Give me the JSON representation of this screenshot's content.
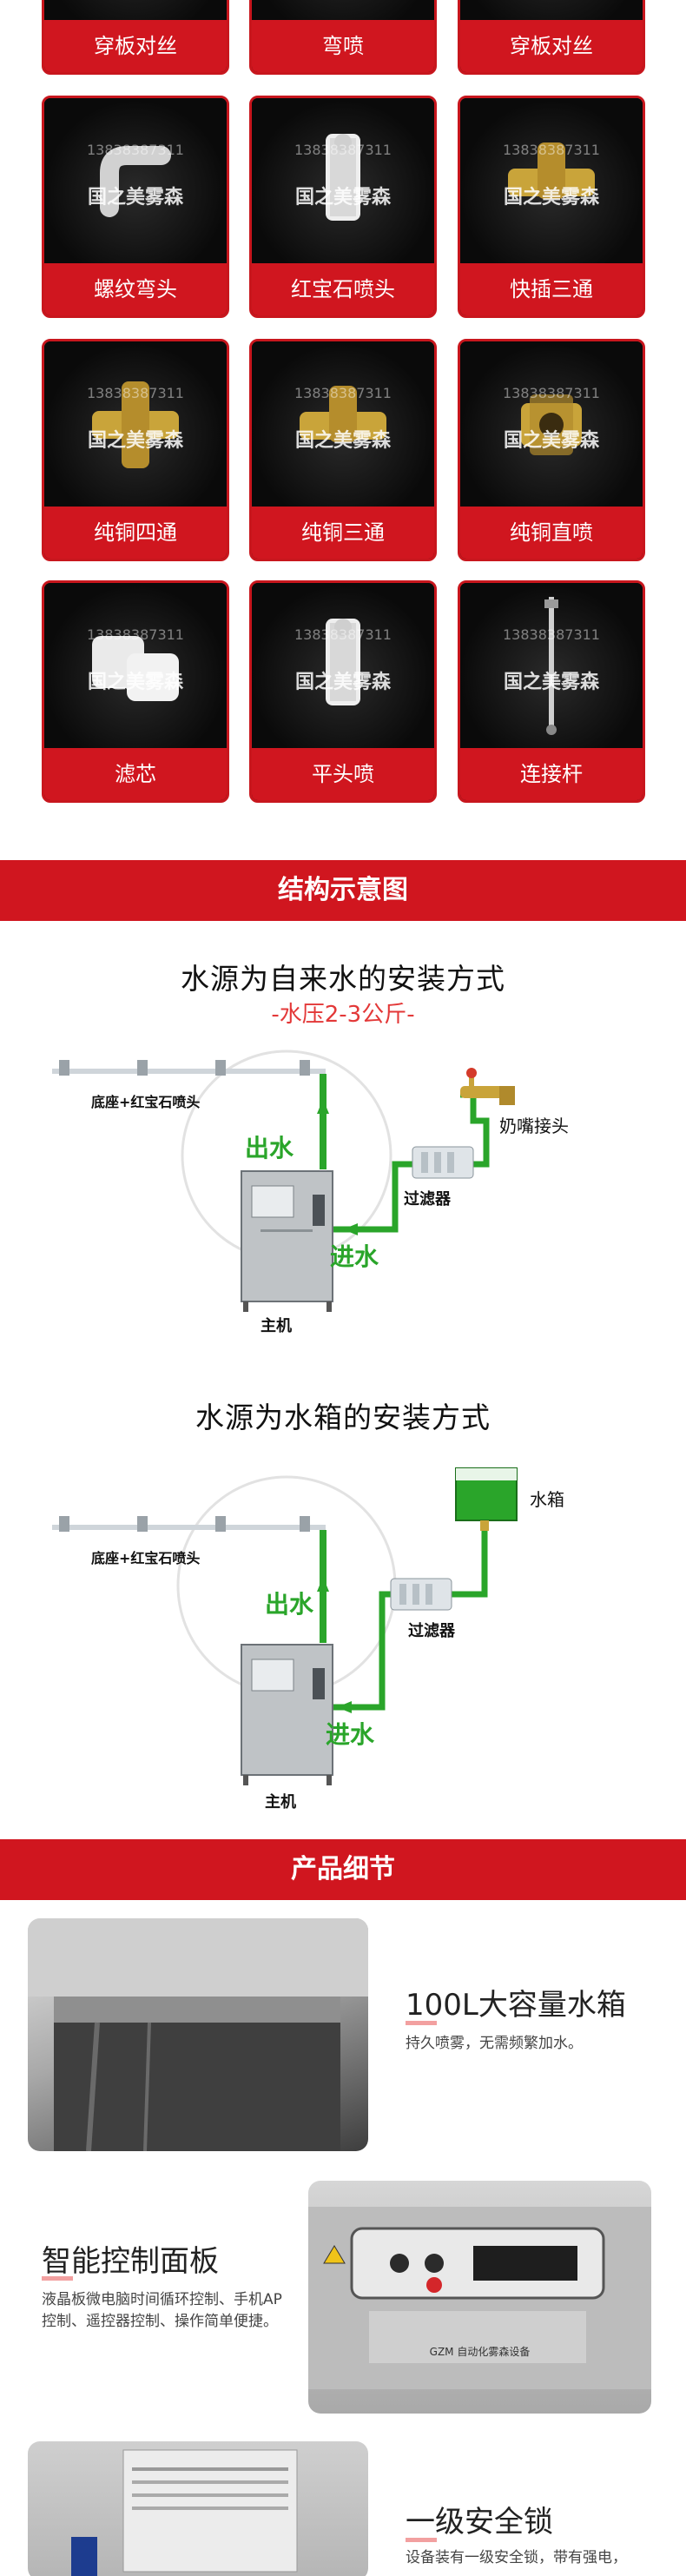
{
  "parts": [
    {
      "label": "穿板对丝",
      "shape": "fitting"
    },
    {
      "label": "弯喷",
      "shape": "elbow"
    },
    {
      "label": "穿板对丝",
      "shape": "fitting"
    },
    {
      "label": "螺纹弯头",
      "shape": "elbow"
    },
    {
      "label": "红宝石喷头",
      "shape": "nozzle"
    },
    {
      "label": "快插三通",
      "shape": "tee"
    },
    {
      "label": "纯铜四通",
      "shape": "cross"
    },
    {
      "label": "纯铜三通",
      "shape": "tee"
    },
    {
      "label": "纯铜直喷",
      "shape": "fitting"
    },
    {
      "label": "滤芯",
      "shape": "filter"
    },
    {
      "label": "平头喷",
      "shape": "nozzle"
    },
    {
      "label": "连接杆",
      "shape": "rod"
    }
  ],
  "watermark": {
    "brand": "国之美雾森",
    "phone": "13838387311"
  },
  "structure_section": {
    "header": "结构示意图",
    "diagram1": {
      "title": "水源为自来水的安装方式",
      "subtitle": "-水压2-3公斤-",
      "nozzle_label": "底座+红宝石喷头",
      "out_label": "出水",
      "in_label": "进水",
      "filter_label": "过滤器",
      "tap_label": "奶嘴接头",
      "host_label": "主机"
    },
    "diagram2": {
      "title": "水源为水箱的安装方式",
      "nozzle_label": "底座+红宝石喷头",
      "out_label": "出水",
      "in_label": "进水",
      "filter_label": "过滤器",
      "tank_label": "水箱",
      "host_label": "主机"
    }
  },
  "detail_section": {
    "header": "产品细节",
    "items": [
      {
        "title": "100L大容量水箱",
        "desc": "持久喷雾，无需频繁加水。"
      },
      {
        "title": "智能控制面板",
        "desc": "液晶板微电脑时间循环控制、手机AP控制、遥控器控制、操作简单便捷。"
      },
      {
        "title": "一级安全锁",
        "desc": "设备装有一级安全锁，带有强电，"
      }
    ],
    "panel_text": "GZM 自动化雾森设备"
  },
  "colors": {
    "brand_red": "#d0161f",
    "pipe_green": "#2aa52a",
    "accent_red_text": "#e33838"
  }
}
